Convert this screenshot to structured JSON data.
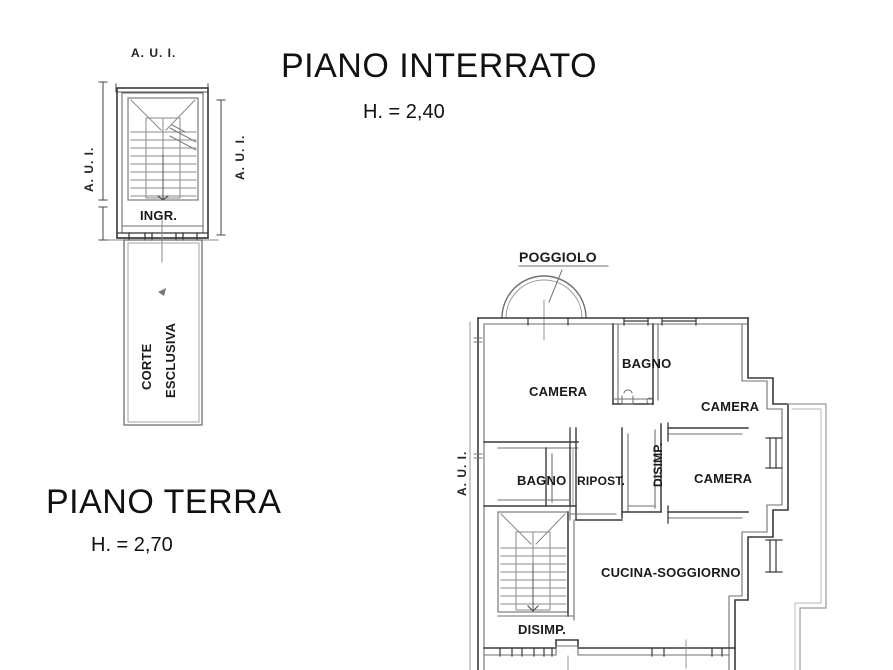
{
  "document": {
    "kind": "architectural-floor-plan",
    "language": "it"
  },
  "plans": [
    {
      "id": "piano-interrato",
      "title": "PIANO INTERRATO",
      "height_note": "H. = 2,40",
      "labels": {
        "aui_top": "A. U. I.",
        "aui_left": "A. U. I.",
        "aui_right": "A. U. I.",
        "ingresso": "INGR.",
        "corte_line1": "CORTE",
        "corte_line2": "ESCLUSIVA"
      }
    },
    {
      "id": "piano-terra",
      "title": "PIANO TERRA",
      "height_note": "H. = 2,70",
      "labels": {
        "poggiolo": "POGGIOLO",
        "aui_left": "A. U. I.",
        "camera_1": "CAMERA",
        "bagno_top": "BAGNO",
        "camera_2": "CAMERA",
        "camera_3": "CAMERA",
        "bagno_bottom": "BAGNO",
        "ripostiglio": "RIPOST.",
        "disimpegno_mid": "DISIMP.",
        "disimpegno_bottom": "DISIMP.",
        "cucina_soggiorno": "CUCINA-SOGGIORNO"
      }
    }
  ],
  "colors": {
    "background": "#ffffff",
    "wall_stroke": "#3a3a3a",
    "thin_stroke": "#6f6f6f",
    "text": "#111111"
  }
}
